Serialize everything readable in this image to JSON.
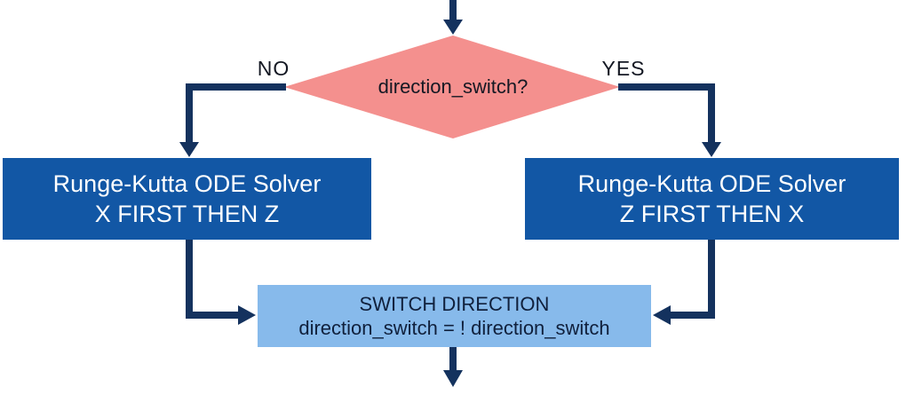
{
  "colors": {
    "arrow": "#14325e",
    "decision_fill": "#f4908e",
    "solver_box_fill": "#1257a5",
    "solver_box_text": "#ffffff",
    "switch_box_fill": "#87baeb",
    "label_text": "#141823"
  },
  "flowchart": {
    "decision": {
      "question": "direction_switch?"
    },
    "branches": {
      "no_label": "NO",
      "yes_label": "YES"
    },
    "solver_left": {
      "line1": "Runge-Kutta ODE Solver",
      "line2": "X FIRST THEN Z"
    },
    "solver_right": {
      "line1": "Runge-Kutta ODE Solver",
      "line2": "Z FIRST THEN X"
    },
    "switch_box": {
      "line1": "SWITCH DIRECTION",
      "line2": "direction_switch = ! direction_switch"
    }
  }
}
